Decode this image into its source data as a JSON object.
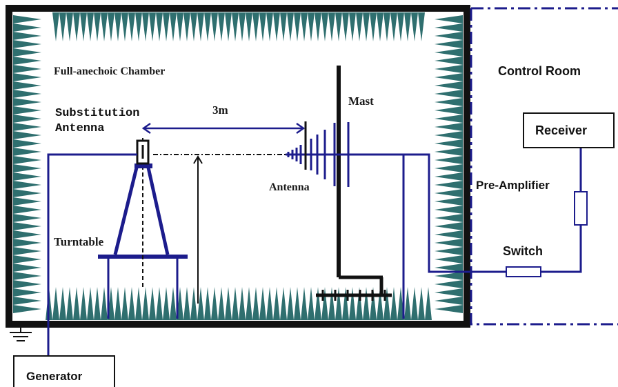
{
  "labels": {
    "chamber": "Full-anechoic Chamber",
    "control_room": "Control Room",
    "substitution_line1": "Substitution",
    "substitution_line2": "Antenna",
    "distance": "3m",
    "mast": "Mast",
    "antenna": "Antenna",
    "turntable": "Turntable",
    "receiver": "Receiver",
    "pre_amplifier": "Pre-Amplifier",
    "switch": "Switch",
    "generator": "Generator"
  },
  "colors": {
    "absorber": "#2f6f6f",
    "chamber_wall": "#111111",
    "cable": "#1c1c8c",
    "control_room_border": "#1c1c8c",
    "structure": "#111111"
  }
}
